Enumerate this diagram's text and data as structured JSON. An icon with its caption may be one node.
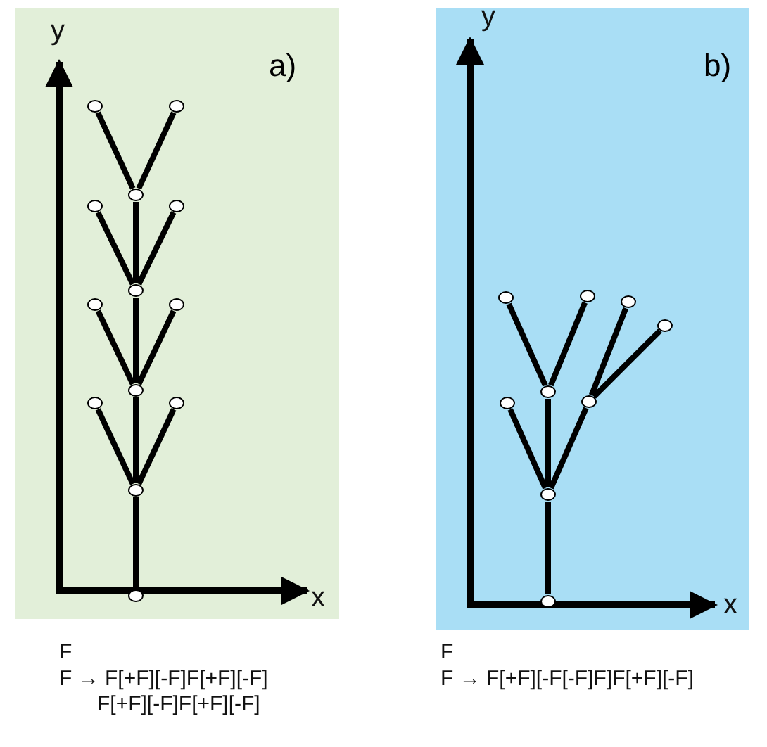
{
  "diagram": {
    "nodes": [
      {
        "text": [
          "a)"
        ]
      },
      {
        "text": [],
        "shape": "circle",
        "in": 0
      },
      {
        "text": [],
        "shape": "circle",
        "in": 0
      },
      {
        "text": [],
        "shape": "circle",
        "in": 0
      },
      {
        "text": [],
        "shape": "circle",
        "in": 0
      },
      {
        "text": [],
        "shape": "circle",
        "in": 0
      },
      {
        "text": [],
        "shape": "circle",
        "in": 0
      },
      {
        "text": [],
        "shape": "circle",
        "in": 0
      },
      {
        "text": [],
        "shape": "circle",
        "in": 0
      },
      {
        "text": [],
        "shape": "circle",
        "in": 0
      },
      {
        "text": [],
        "shape": "circle",
        "in": 0
      },
      {
        "text": [],
        "shape": "circle",
        "in": 0
      },
      {
        "text": [],
        "shape": "circle",
        "in": 0
      },
      {
        "text": [],
        "shape": "circle",
        "in": 0
      },
      {
        "text": [
          "b)"
        ]
      },
      {
        "text": [],
        "shape": "circle",
        "in": 14
      },
      {
        "text": [],
        "shape": "circle",
        "in": 14
      },
      {
        "text": [],
        "shape": "circle",
        "in": 14
      },
      {
        "text": [],
        "shape": "circle",
        "in": 14
      },
      {
        "text": [],
        "shape": "circle",
        "in": 14
      },
      {
        "text": [],
        "shape": "circle",
        "in": 14
      },
      {
        "text": [],
        "shape": "circle",
        "in": 14
      },
      {
        "text": [],
        "shape": "circle",
        "in": 14
      },
      {
        "text": [],
        "shape": "circle",
        "in": 14
      }
    ],
    "edges": [
      {
        "from": 1,
        "to": 2,
        "arrow": "none"
      },
      {
        "from": 2,
        "to": 3,
        "arrow": "none"
      },
      {
        "from": 2,
        "to": 4,
        "arrow": "none"
      },
      {
        "from": 2,
        "to": 5,
        "arrow": "none"
      },
      {
        "from": 5,
        "to": 6,
        "arrow": "none"
      },
      {
        "from": 5,
        "to": 7,
        "arrow": "none"
      },
      {
        "from": 5,
        "to": 8,
        "arrow": "none"
      },
      {
        "from": 8,
        "to": 9,
        "arrow": "none"
      },
      {
        "from": 8,
        "to": 10,
        "arrow": "none"
      },
      {
        "from": 8,
        "to": 11,
        "arrow": "none"
      },
      {
        "from": 11,
        "to": 12,
        "arrow": "none"
      },
      {
        "from": 11,
        "to": 13,
        "arrow": "none"
      },
      {
        "from": 15,
        "to": 16,
        "arrow": "none"
      },
      {
        "from": 16,
        "to": 17,
        "arrow": "none"
      },
      {
        "from": 16,
        "to": 18,
        "arrow": "none"
      },
      {
        "from": 16,
        "to": 19,
        "arrow": "none"
      },
      {
        "from": 18,
        "to": 20,
        "arrow": "none"
      },
      {
        "from": 18,
        "to": 21,
        "arrow": "none"
      },
      {
        "from": 19,
        "to": 22,
        "arrow": "none"
      },
      {
        "from": 19,
        "to": 23,
        "arrow": "none"
      }
    ],
    "labels": [
      "y",
      "x",
      "F",
      "F → F[+F][-F]F[+F][-F] F[+F][-F]F[+F][-F]",
      "y",
      "x",
      "F",
      "F → F[+F][-F[-F]F]F[+F][-F]"
    ]
  }
}
